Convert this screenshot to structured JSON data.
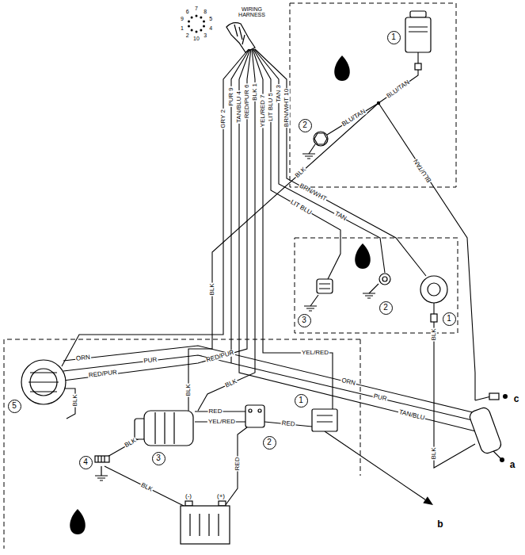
{
  "diagram": {
    "nodes": [
      {
        "text": [
          "1"
        ]
      },
      {
        "text": [
          "2"
        ]
      },
      {
        "text": [
          "3"
        ]
      },
      {
        "text": [
          "2"
        ]
      },
      {
        "text": [
          "1"
        ]
      },
      {
        "text": [
          "1"
        ]
      },
      {
        "text": [
          "5"
        ]
      },
      {
        "text": [
          "2"
        ]
      },
      {
        "text": [
          "3"
        ]
      },
      {
        "text": [
          "4"
        ]
      }
    ],
    "labels": [
      "WIRING HARNESS",
      "6",
      "7",
      "8",
      "5",
      "4",
      "3",
      "10",
      "2",
      "1",
      "9",
      "GRY 2",
      "PUR 9",
      "TAN/BLU 4",
      "RED/PUR 6",
      "BLK 1",
      "YEL/RED 7",
      "LIT BLU 5",
      "TAN 3",
      "BRN/WHT 10",
      "BLU/TAN",
      "BLU/TAN",
      "BLK",
      "BLU/TAN",
      "BRN/WHT",
      "TAN",
      "LIT BLU",
      "BLK",
      "BLK",
      "ORN",
      "PUR",
      "RED/PUR",
      "BLK",
      "RED/PUR",
      "BLK",
      "YEL/RED",
      "BLK",
      "BLK",
      "BLK",
      "RED",
      "YEL/RED",
      "RED",
      "RED",
      "ORN",
      "PUR",
      "TAN/BLU",
      "(-)",
      "(+)",
      "a",
      "b",
      "c",
      "BLK"
    ]
  }
}
